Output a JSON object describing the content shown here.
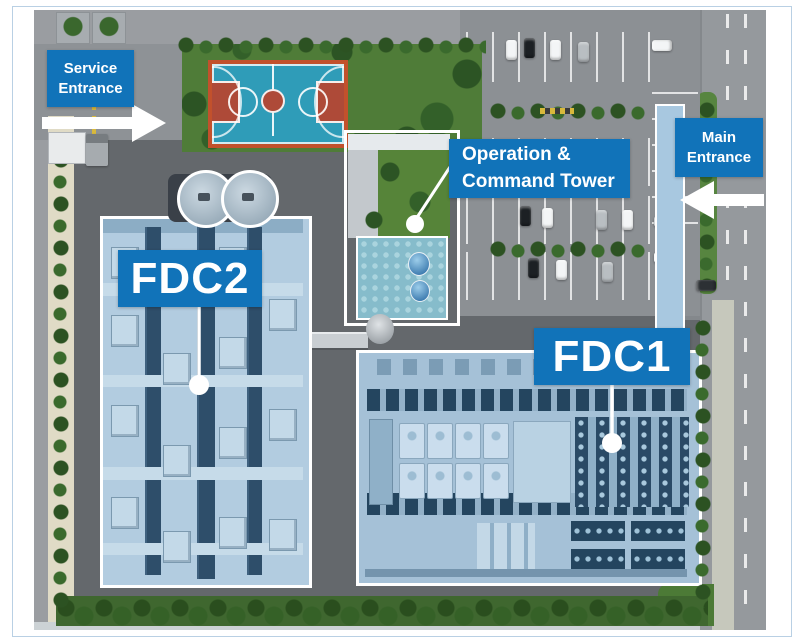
{
  "labels": {
    "service_entrance": "Service\nEntrance",
    "main_entrance": "Main\nEntrance",
    "operation_tower": "Operation &\nCommand Tower",
    "fdc2": "FDC2",
    "fdc1": "FDC1"
  },
  "icons": {
    "service_arrow": "arrow-right-icon",
    "main_arrow": "arrow-left-icon",
    "leader_markers": "white-dot-marker"
  },
  "colors": {
    "label_bg": "#1173b9",
    "label_text": "#ffffff",
    "building_outline": "#ffffff",
    "frame_border": "#b9d0e4",
    "road_dark": "#64686c",
    "road_light": "#9a9da1",
    "parking_asphalt": "#8c9094",
    "grass": "#4f7c38",
    "court_floor": "#2f9cb8",
    "court_border": "#c2512c",
    "court_key": "#ae4a38",
    "fdc2_roof": "#b2cce0",
    "fdc1_roof": "#a5c1d7",
    "pool_blue": "#86bccb",
    "path_beige": "#e0dbc6"
  }
}
